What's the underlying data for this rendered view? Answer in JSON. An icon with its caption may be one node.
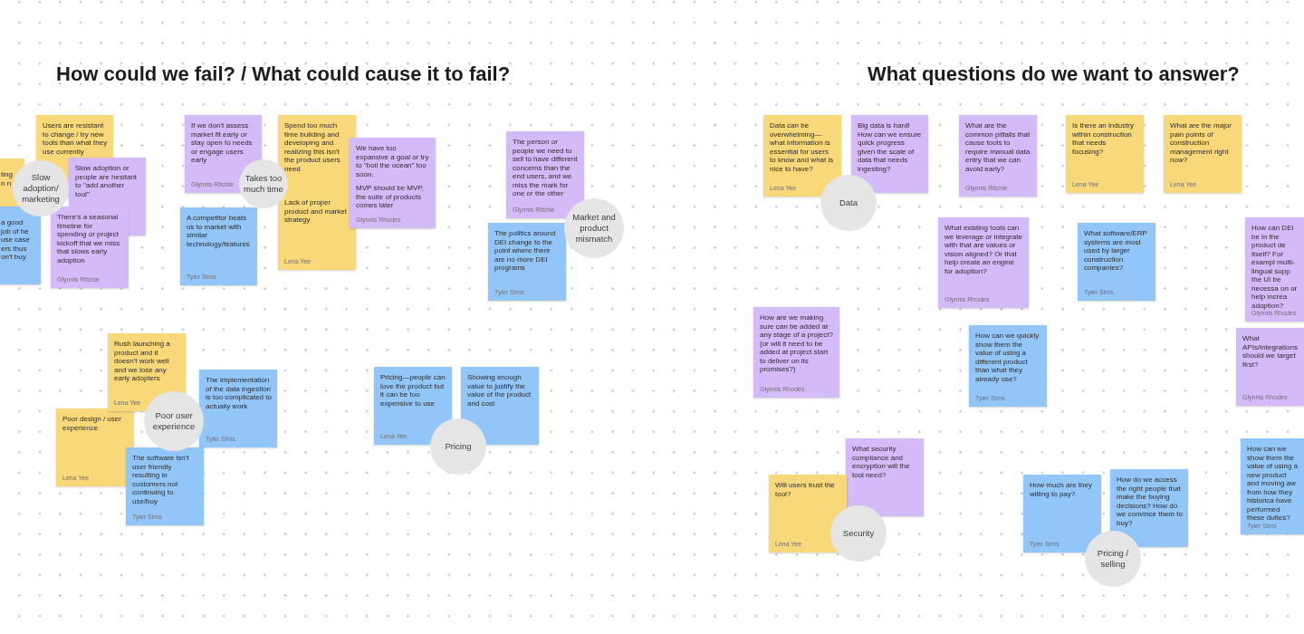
{
  "diagram": {
    "nodes": [
      {
        "text": [
          "Users are resistant to change / try new tools than what they use currently"
        ]
      },
      {
        "text": [
          "ting n n"
        ]
      },
      {
        "text": [
          "Slow adoption/ marketing"
        ]
      },
      {
        "text": [
          "Slow adoption or people are hesitant to \"add another tool\""
        ]
      },
      {
        "text": [
          "a good job of he use case ers thus on't buy"
        ]
      },
      {
        "text": [
          "There's a seasonal timeline for spending or project kickoff that we miss that slows early adoption",
          "Glynnis Ritchie"
        ]
      },
      {
        "text": [
          "If we don't assess market fit early or stay open to needs or engage users early",
          "Glynnis Ritchie"
        ]
      },
      {
        "text": [
          "Takes too much time"
        ]
      },
      {
        "text": [
          "Spend too much time building and developing and realizing this isn't the product users need"
        ]
      },
      {
        "text": [
          "Lack of proper product and market strategy",
          "Lena Yee"
        ]
      },
      {
        "text": [
          "We have too expansive a goal or try to \"boil the ocean\" too soon.",
          "MVP should be MVP, the suite of products comes later",
          "Glynnis Rhodes"
        ]
      },
      {
        "text": [
          "A competitor beats us to market with similar technology/features",
          "Tyler Sims"
        ]
      },
      {
        "text": [
          "The person or people we need to sell to have different concerns than the end users, and we miss the mark for one or the other",
          "Glynnis Ritchie"
        ]
      },
      {
        "text": [
          "Market and product mismatch"
        ]
      },
      {
        "text": [
          "The politics around DEI change to the point where there are no more DEI programs",
          "Tyler Sims"
        ]
      },
      {
        "text": [
          "Rush launching a product and it doesn't work well and we lose any early adopters",
          "Lena Yee"
        ]
      },
      {
        "text": [
          "Poor design / user experience",
          "Lena Yee"
        ]
      },
      {
        "text": [
          "Poor user experience"
        ]
      },
      {
        "text": [
          "The implementation of the data ingestion is too complicated to actually work",
          "Tyler Sims"
        ]
      },
      {
        "text": [
          "The software isn't user friendly resulting in customers not continuing to use/buy",
          "Tyler Sims"
        ]
      },
      {
        "text": [
          "Pricing—people can love the product but it can be too expensive to use",
          "Lena Yee"
        ]
      },
      {
        "text": [
          "Showing enough value to justify the value of the product and cost"
        ]
      },
      {
        "text": [
          "Pricing"
        ]
      },
      {
        "text": [
          "Data can be overwhelming—what information is essential for users to know and what is nice to have?",
          "Lena Yee"
        ]
      },
      {
        "text": [
          "Big data is hard! How can we ensure quick progress given the scale of data that needs ingesting?"
        ]
      },
      {
        "text": [
          "Data"
        ]
      },
      {
        "text": [
          "What are the common pitfalls that cause tools to require manual data entry that we can avoid early?",
          "Glynnis Ritchie"
        ]
      },
      {
        "text": [
          "Is there an industry within construction that needs focusing?",
          "Lena Yee"
        ]
      },
      {
        "text": [
          "What are the major pain points of construction management right now?",
          "Lena Yee"
        ]
      },
      {
        "text": [
          "What existing tools can we leverage or integrate with that are values or vision aligned? Or that help create an engine for adoption?",
          "Glynnis Rhodes"
        ]
      },
      {
        "text": [
          "What software/ERP systems are most used by larger construction companies?",
          "Tyler Sims"
        ]
      },
      {
        "text": [
          "How can DEI be in the product de itself? For exampl multi-lingual supp the UI be necessa on or help increa adoption?",
          "Glynnis Rhodes"
        ]
      },
      {
        "text": [
          "How are we making sure can be added at any stage of a project? (or will it need to be added at project start to deliver on its promises?)",
          "Glynnis Rhodes"
        ]
      },
      {
        "text": [
          "How can we quickly show them the value of using a different product than what they already use?",
          "Tyler Sims"
        ]
      },
      {
        "text": [
          "What APIs/Integrations should we target first?",
          "Glynnis Rhodes"
        ]
      },
      {
        "text": [
          "What security compliance and encryption will the tool need?"
        ]
      },
      {
        "text": [
          "Will users trust the tool?",
          "Lena Yee"
        ]
      },
      {
        "text": [
          "Security"
        ]
      },
      {
        "text": [
          "How much are they willing to pay?",
          "Tyler Sims"
        ]
      },
      {
        "text": [
          "How do we access the right people that make the buying decisions? How do we convince them to buy?"
        ]
      },
      {
        "text": [
          "Pricing / selling"
        ]
      },
      {
        "text": [
          "How can we show them the value of using a new product and moving aw from how they historica have performed these duties?",
          "Tyler Sims"
        ]
      }
    ],
    "labels": [
      "How could we fail? / What could cause it to fail?",
      "What questions do we want to answer?"
    ]
  }
}
